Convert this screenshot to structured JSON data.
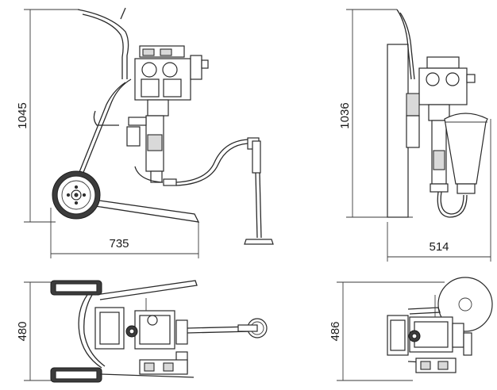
{
  "views": {
    "side": {
      "height_label": "1045",
      "width_label": "735"
    },
    "front": {
      "height_label": "1036",
      "width_label": "514"
    },
    "top_left": {
      "depth_label": "480"
    },
    "top_right": {
      "depth_label": "486"
    }
  },
  "colors": {
    "line": "#2a2a2a",
    "fill_grey": "#d9d9d9",
    "wheel": "#3c3c3c",
    "background": "#ffffff"
  }
}
